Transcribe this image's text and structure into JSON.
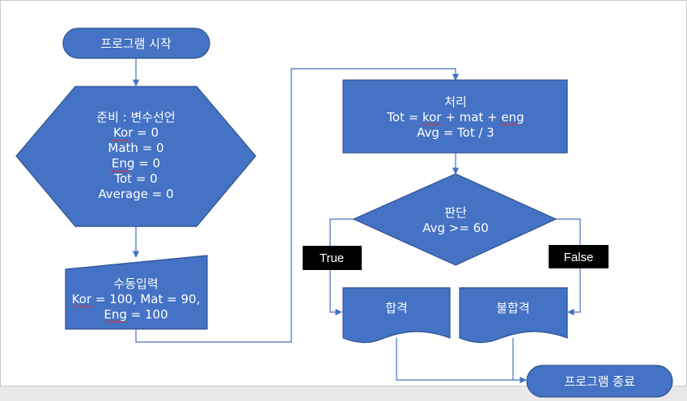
{
  "start": {
    "label": "프로그램 시작"
  },
  "prepare": {
    "lines": [
      "준비 : 변수선언",
      "Kor = 0",
      "Math = 0",
      "Eng = 0",
      "Tot = 0",
      "Average = 0"
    ]
  },
  "input": {
    "lines": [
      "수동입력",
      "Kor = 100, Mat = 90,",
      "Eng = 100"
    ]
  },
  "process": {
    "lines": [
      "처리",
      "Tot = kor + mat + eng",
      "Avg = Tot / 3"
    ]
  },
  "decision": {
    "lines": [
      "판단",
      "Avg >= 60"
    ]
  },
  "branch": {
    "true_label": "True",
    "false_label": "False"
  },
  "pass": {
    "label": "합격"
  },
  "fail": {
    "label": "불합격"
  },
  "end": {
    "label": "프로그램 종료"
  },
  "colors": {
    "shape_fill": "#4472c4",
    "shape_stroke": "#2f528f",
    "label_box": "#000000",
    "canvas": "#ffffff"
  }
}
